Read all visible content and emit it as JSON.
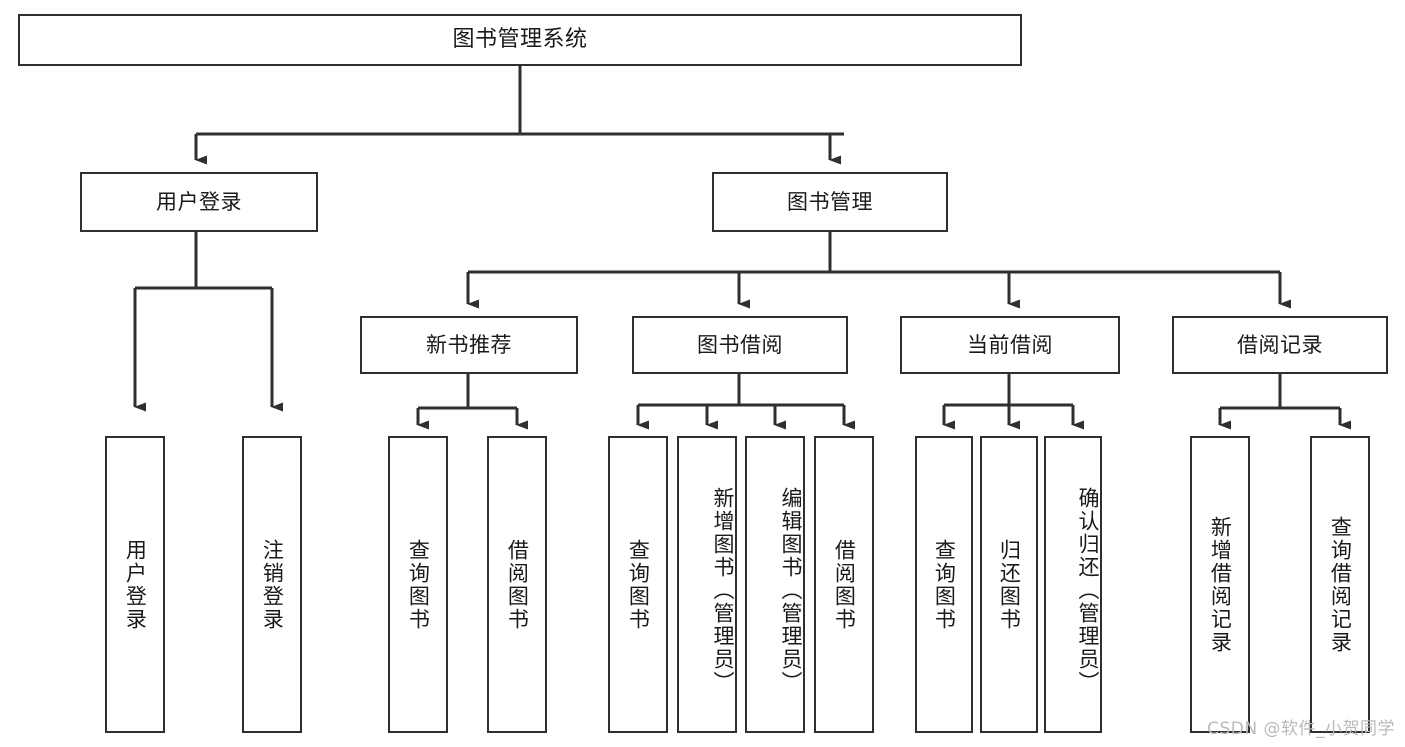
{
  "diagram": {
    "type": "hierarchy-tree",
    "title": "图书管理系统",
    "watermark": "CSDN @软件_小贺同学",
    "colors": {
      "box_border": "#2f2f2f",
      "box_fill": "#ffffff",
      "edge": "#2f2f2f",
      "text": "#1a1a1a",
      "watermark": "#b9b9b9"
    },
    "nodes": {
      "root": {
        "label": "图书管理系统",
        "level": 1
      },
      "user_login": {
        "label": "用户登录",
        "level": 2
      },
      "book_mgmt": {
        "label": "图书管理",
        "level": 2
      },
      "new_book_rec": {
        "label": "新书推荐",
        "level": 3
      },
      "book_borrow": {
        "label": "图书借阅",
        "level": 3
      },
      "current_borrow": {
        "label": "当前借阅",
        "level": 3
      },
      "borrow_record": {
        "label": "借阅记录",
        "level": 3
      },
      "leaf_user_login": {
        "label": "用户登录",
        "level": 3
      },
      "leaf_logout": {
        "label": "注销登录",
        "level": 3
      },
      "leaf_query_book_1": {
        "label": "查询图书",
        "level": 4
      },
      "leaf_borrow_book_1": {
        "label": "借阅图书",
        "level": 4
      },
      "leaf_query_book_2": {
        "label": "查询图书",
        "level": 4
      },
      "leaf_add_book": {
        "label": "新增图书（管理员）",
        "level": 4
      },
      "leaf_edit_book": {
        "label": "编辑图书（管理员）",
        "level": 4
      },
      "leaf_borrow_book_2": {
        "label": "借阅图书",
        "level": 4
      },
      "leaf_query_book_3": {
        "label": "查询图书",
        "level": 4
      },
      "leaf_return_book": {
        "label": "归还图书",
        "level": 4
      },
      "leaf_confirm_return": {
        "label": "确认归还（管理员）",
        "level": 4
      },
      "leaf_add_record": {
        "label": "新增借阅记录",
        "level": 4
      },
      "leaf_query_record": {
        "label": "查询借阅记录",
        "level": 4
      }
    },
    "edges": [
      {
        "from": "root",
        "to": "user_login"
      },
      {
        "from": "root",
        "to": "book_mgmt"
      },
      {
        "from": "user_login",
        "to": "leaf_user_login"
      },
      {
        "from": "user_login",
        "to": "leaf_logout"
      },
      {
        "from": "book_mgmt",
        "to": "new_book_rec"
      },
      {
        "from": "book_mgmt",
        "to": "book_borrow"
      },
      {
        "from": "book_mgmt",
        "to": "current_borrow"
      },
      {
        "from": "book_mgmt",
        "to": "borrow_record"
      },
      {
        "from": "new_book_rec",
        "to": "leaf_query_book_1"
      },
      {
        "from": "new_book_rec",
        "to": "leaf_borrow_book_1"
      },
      {
        "from": "book_borrow",
        "to": "leaf_query_book_2"
      },
      {
        "from": "book_borrow",
        "to": "leaf_add_book"
      },
      {
        "from": "book_borrow",
        "to": "leaf_edit_book"
      },
      {
        "from": "book_borrow",
        "to": "leaf_borrow_book_2"
      },
      {
        "from": "current_borrow",
        "to": "leaf_query_book_3"
      },
      {
        "from": "current_borrow",
        "to": "leaf_return_book"
      },
      {
        "from": "current_borrow",
        "to": "leaf_confirm_return"
      },
      {
        "from": "borrow_record",
        "to": "leaf_add_record"
      },
      {
        "from": "borrow_record",
        "to": "leaf_query_record"
      }
    ]
  }
}
